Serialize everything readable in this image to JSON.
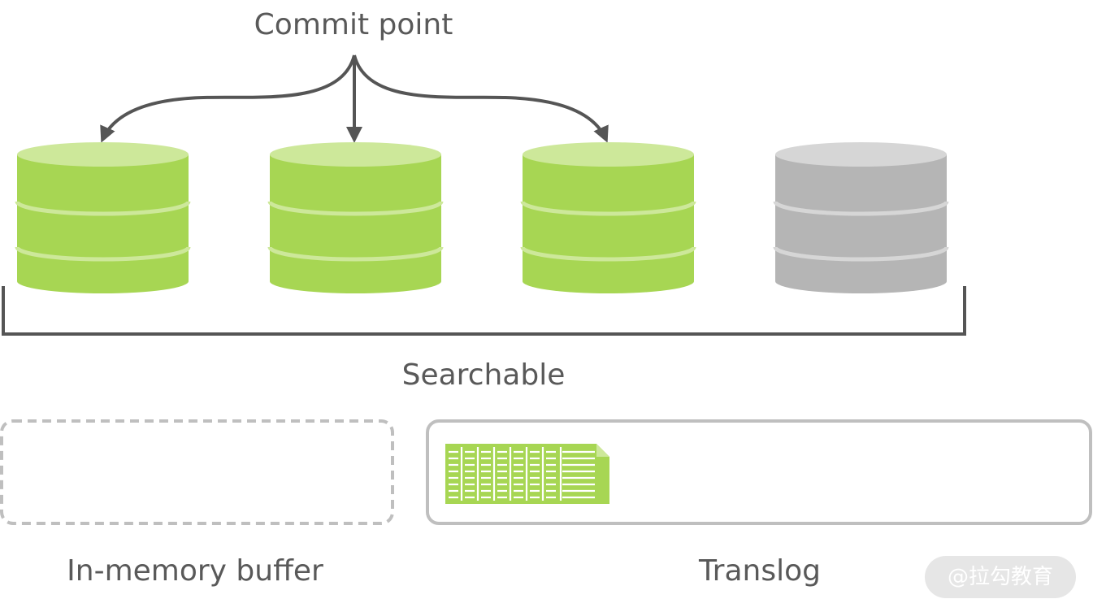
{
  "labels": {
    "commit_point": "Commit point",
    "searchable": "Searchable",
    "in_memory_buffer": "In-memory buffer",
    "translog": "Translog"
  },
  "watermark": "@拉勾教育",
  "segments": [
    {
      "state": "committed",
      "color": "#a7d653"
    },
    {
      "state": "committed",
      "color": "#a7d653"
    },
    {
      "state": "committed",
      "color": "#a7d653"
    },
    {
      "state": "uncommitted",
      "color": "#b5b5b5"
    }
  ],
  "colors": {
    "green": "#a7d653",
    "green_top": "#cde89a",
    "gray": "#b5b5b5",
    "gray_top": "#d6d6d6",
    "line": "#555555",
    "text": "#595959",
    "box_border": "#bfbfbf"
  }
}
